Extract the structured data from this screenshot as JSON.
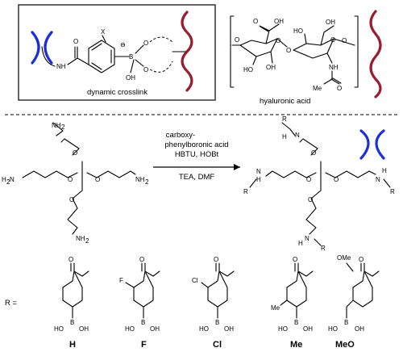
{
  "top": {
    "crosslink_caption": "dynamic crosslink",
    "polymer_caption": "hyaluronic acid",
    "substituent_x": "X",
    "boron_label": "B",
    "charge_label": "⊖",
    "oh_label": "OH",
    "o_label": "O",
    "nh_label": "NH",
    "ha_labels": {
      "oh": "OH",
      "o": "O",
      "ho": "HO",
      "nh": "NH",
      "me": "Me"
    }
  },
  "reaction": {
    "reagent_line1": "carboxy-",
    "reagent_line2": "phenylboronic acid",
    "reagent_line3": "HBTU, HOBt",
    "conditions": "TEA, DMF",
    "nh2": "NH",
    "subscript_2": "2",
    "h2n": "H",
    "n_label": "N",
    "h_label": "H",
    "r_label": "R",
    "o_label": "O"
  },
  "r_groups": {
    "r_equals": "R =",
    "variants": [
      {
        "label": "H",
        "substituent": ""
      },
      {
        "label": "F",
        "substituent": "F"
      },
      {
        "label": "Cl",
        "substituent": "Cl"
      },
      {
        "label": "Me",
        "substituent": "Me"
      },
      {
        "label": "MeO",
        "substituent": "OMe"
      }
    ],
    "boron": "B",
    "ho": "HO",
    "oh": "OH",
    "carbonyl_o": "O"
  },
  "colors": {
    "crosslinker_blue": "#1f2fd6",
    "hyaluronic_red": "#9b1c2e",
    "line": "#000000"
  }
}
